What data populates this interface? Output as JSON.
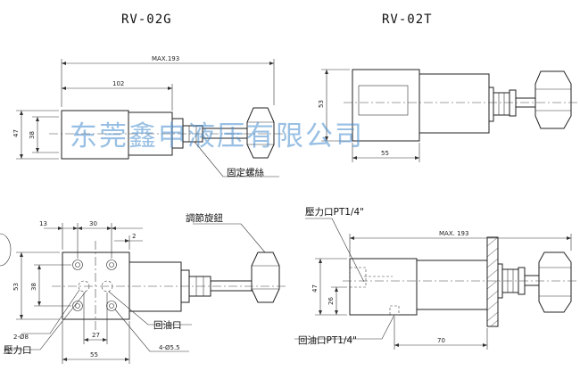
{
  "titles": {
    "left": "RV-02G",
    "right": "RV-02T"
  },
  "watermark": "东莞鑫申液压有限公司",
  "dims": {
    "g_max": "MAX.193",
    "g_102": "102",
    "g_47": "47",
    "g_38": "38",
    "t_53": "53",
    "t_55": "55",
    "p_13": "13",
    "p_30": "30",
    "p_2": "2",
    "p_53": "53",
    "p_38": "38",
    "p_27": "27",
    "p_55": "55",
    "p_hole8": "2-Ø8",
    "p_hole55": "4-Ø5.5",
    "s_max": "MAX. 193",
    "s_47": "47",
    "s_26": "26",
    "s_70": "70"
  },
  "labels": {
    "lock_screw": "固定螺絲",
    "adj_knob": "調節旋鈕",
    "pressure_port_pt": "壓力口PT1/4\"",
    "return_port": "回油口",
    "pressure_port": "壓力口",
    "return_port_pt": "回油口PT1/4\""
  },
  "colors": {
    "watermark": "#468ccd",
    "line": "#222222"
  }
}
